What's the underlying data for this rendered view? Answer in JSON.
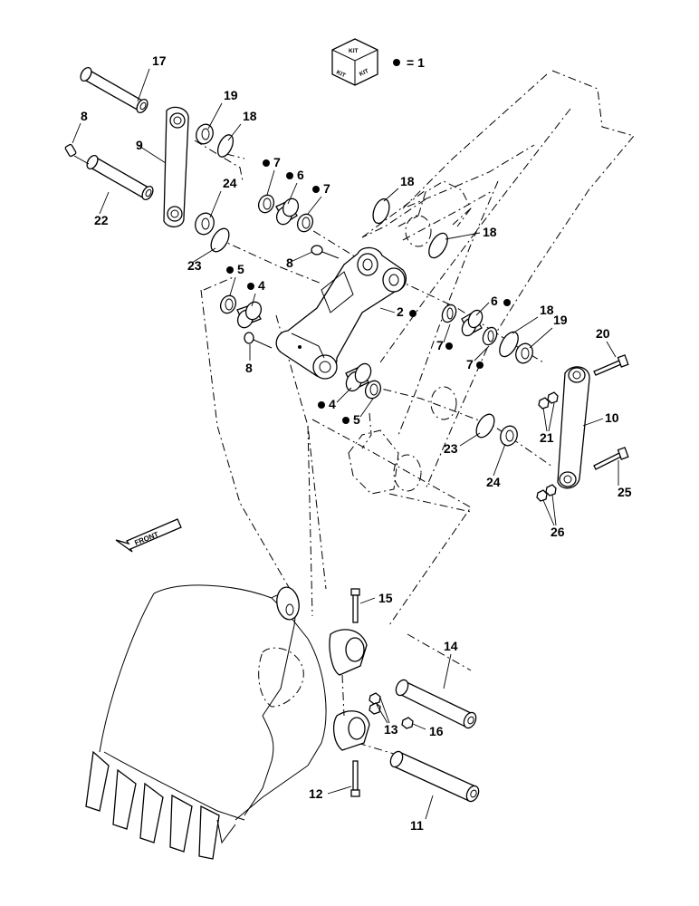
{
  "kit_legend": {
    "kit_text": "KIT",
    "equals_text": "= 1"
  },
  "front_arrow": {
    "text": "FRONT"
  },
  "parts": [
    {
      "id": "p17",
      "label": "17",
      "kit": false
    },
    {
      "id": "p19a",
      "label": "19",
      "kit": false
    },
    {
      "id": "p18a",
      "label": "18",
      "kit": false
    },
    {
      "id": "p8a",
      "label": "8",
      "kit": false
    },
    {
      "id": "p9",
      "label": "9",
      "kit": false
    },
    {
      "id": "p22",
      "label": "22",
      "kit": false
    },
    {
      "id": "p24a",
      "label": "24",
      "kit": false
    },
    {
      "id": "p23a",
      "label": "23",
      "kit": false
    },
    {
      "id": "p7a",
      "label": "7",
      "kit": true
    },
    {
      "id": "p6a",
      "label": "6",
      "kit": true
    },
    {
      "id": "p7b",
      "label": "7",
      "kit": true
    },
    {
      "id": "p18b",
      "label": "18",
      "kit": false
    },
    {
      "id": "p18c",
      "label": "18",
      "kit": false
    },
    {
      "id": "p8b",
      "label": "8",
      "kit": false
    },
    {
      "id": "p5a",
      "label": "5",
      "kit": true
    },
    {
      "id": "p4a",
      "label": "4",
      "kit": true
    },
    {
      "id": "p2",
      "label": "2",
      "kit": true
    },
    {
      "id": "p6b",
      "label": "6",
      "kit": true
    },
    {
      "id": "p18d",
      "label": "18",
      "kit": false
    },
    {
      "id": "p19b",
      "label": "19",
      "kit": false
    },
    {
      "id": "p7c",
      "label": "7",
      "kit": true
    },
    {
      "id": "p7d",
      "label": "7",
      "kit": true
    },
    {
      "id": "p8c",
      "label": "8",
      "kit": false
    },
    {
      "id": "p20",
      "label": "20",
      "kit": false
    },
    {
      "id": "p4b",
      "label": "4",
      "kit": true
    },
    {
      "id": "p5b",
      "label": "5",
      "kit": true
    },
    {
      "id": "p10",
      "label": "10",
      "kit": false
    },
    {
      "id": "p21",
      "label": "21",
      "kit": false
    },
    {
      "id": "p23b",
      "label": "23",
      "kit": false
    },
    {
      "id": "p24b",
      "label": "24",
      "kit": false
    },
    {
      "id": "p25",
      "label": "25",
      "kit": false
    },
    {
      "id": "p26",
      "label": "26",
      "kit": false
    },
    {
      "id": "p15",
      "label": "15",
      "kit": false
    },
    {
      "id": "p14",
      "label": "14",
      "kit": false
    },
    {
      "id": "p13",
      "label": "13",
      "kit": false
    },
    {
      "id": "p16",
      "label": "16",
      "kit": false
    },
    {
      "id": "p12",
      "label": "12",
      "kit": false
    },
    {
      "id": "p11",
      "label": "11",
      "kit": false
    }
  ]
}
